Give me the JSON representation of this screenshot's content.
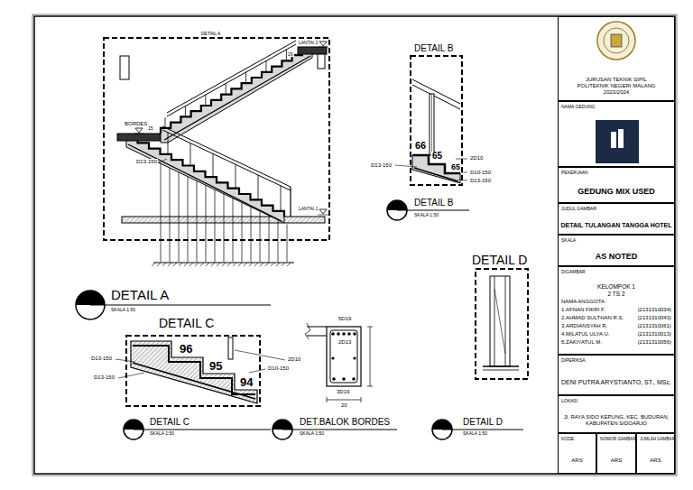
{
  "diagram": {
    "nodes": [
      {
        "text": [
          "JURUSAN TEKNIK SIPIL",
          "POLITEKNIK NEGERI MALANG",
          "2023/2024"
        ]
      },
      {
        "text": [
          "NAMA GEDUNG"
        ]
      },
      {
        "text": [
          "PEKERJAAN",
          "GEDUNG MIX USED"
        ]
      },
      {
        "text": [
          "JUDUL GAMBAR",
          "DETAIL TULANGAN TANGGA HOTEL"
        ]
      },
      {
        "text": [
          "SKALA",
          "AS NOTED"
        ]
      },
      {
        "text": [
          "DIGAMBAR",
          "KELOMPOK 1",
          "2 TS 2",
          "NAMA ANGGOTA :",
          "1.AFNAN FIKRI F.",
          "(2131310034)",
          "2.AHMAD SULTHAN R.S.",
          "(2131310043)",
          "3.ARDIANSYAH R.",
          "(2131310061)",
          "4.MILATUL ULYA U.",
          "(2131310013)",
          "5.ZAKIYATUL M.",
          "(2131310056)"
        ]
      },
      {
        "text": [
          "DIPERIKSA",
          "DENI PUTRA ARYSTIANTO, ST., MSc."
        ]
      },
      {
        "text": [
          "LOKASI",
          "Jl. RAYA SIDO KEPUNG, KEC. BUDURAN, KABUPATEN SIDOARJO"
        ]
      },
      {
        "text": [
          "KODE",
          "ARS"
        ]
      },
      {
        "text": [
          "NOMOR GAMBAR",
          "ARS"
        ]
      },
      {
        "text": [
          "JUMLAH GAMBAR",
          "ARS"
        ]
      }
    ],
    "labels": [
      "DETAIL A",
      "LANTAI 2",
      "29",
      "BORDES",
      "15",
      "D13-150",
      "LANTAI 1",
      "DETAIL B",
      "66",
      "65",
      "2D10",
      "D13-150",
      "65",
      "D10-150",
      "D13-150",
      "DETAIL B",
      "SKALA 1:50",
      "DETAIL D",
      "DETAIL A",
      "SKALA 1:50",
      "DETAIL C",
      "96",
      "95",
      "94",
      "D13-150",
      "2D10",
      "D10-150",
      "D13-150",
      "5D19",
      "2D13",
      "3D19",
      "20",
      "DETAIL C",
      "SKALA 1:50",
      "DET.BALOK BORDES",
      "SKALA 1:50",
      "DETAIL D",
      "SKALA 1:50"
    ]
  }
}
